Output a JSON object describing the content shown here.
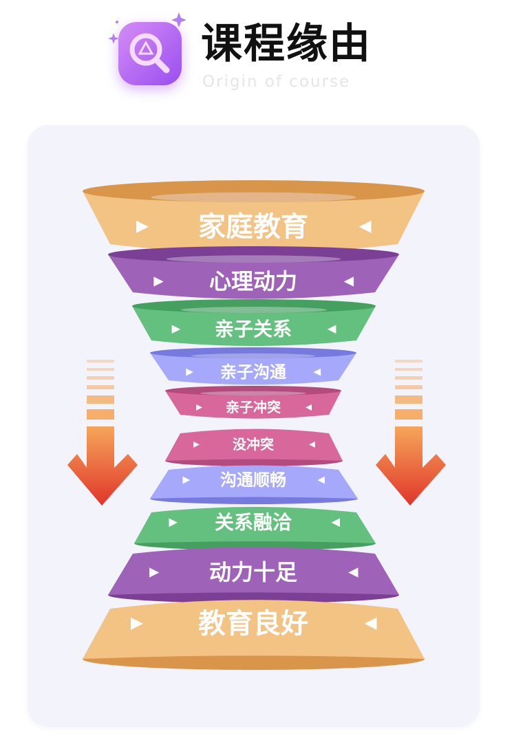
{
  "header": {
    "title": "课程缘由",
    "subtitle": "Origin of course",
    "icon": "magnifier-icon"
  },
  "funnel": {
    "top": [
      {
        "label": "家庭教育",
        "color": "#f2c383",
        "dark": "#d9964a"
      },
      {
        "label": "心理动力",
        "color": "#9e62b8",
        "dark": "#7b3f96"
      },
      {
        "label": "亲子关系",
        "color": "#64c07e",
        "dark": "#45a060"
      },
      {
        "label": "亲子沟通",
        "color": "#a5a8fb",
        "dark": "#7679de"
      },
      {
        "label": "亲子冲突",
        "color": "#d8689b",
        "dark": "#b34b7e"
      }
    ],
    "bottom": [
      {
        "label": "没冲突",
        "color": "#d8689b",
        "dark": "#b34b7e"
      },
      {
        "label": "沟通顺畅",
        "color": "#a5a8fb",
        "dark": "#7679de"
      },
      {
        "label": "关系融洽",
        "color": "#64c07e",
        "dark": "#45a060"
      },
      {
        "label": "动力十足",
        "color": "#9e62b8",
        "dark": "#7b3f96"
      },
      {
        "label": "教育良好",
        "color": "#f2c383",
        "dark": "#d9964a"
      }
    ]
  },
  "arrows": {
    "icon": "down-arrow-icon",
    "top_color": "#f6a65a",
    "bottom_color": "#e0352a"
  }
}
